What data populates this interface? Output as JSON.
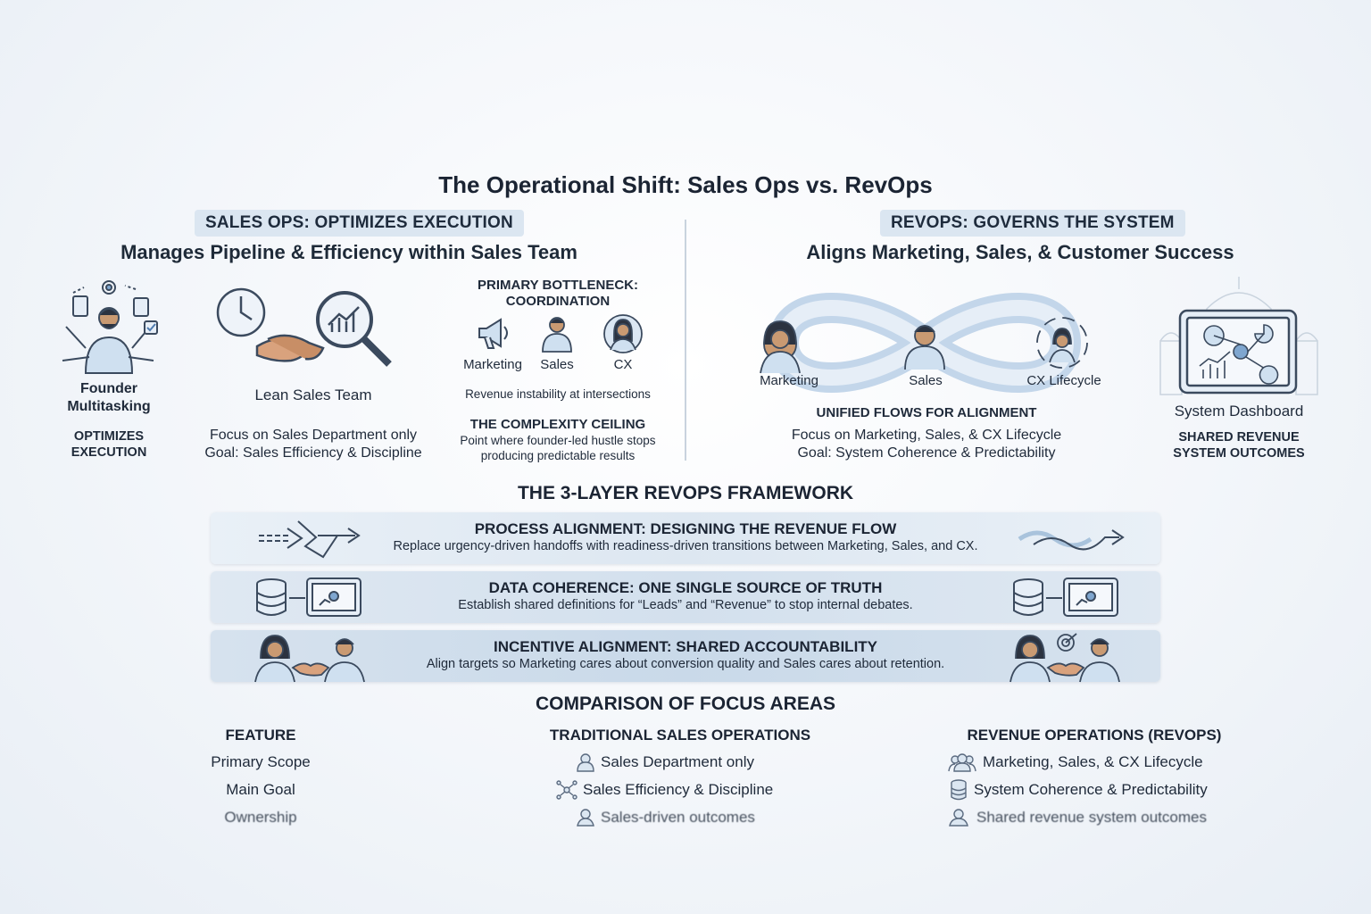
{
  "title": "The Operational Shift: Sales Ops vs. RevOps",
  "left": {
    "pill": "SALES OPS: OPTIMIZES EXECUTION",
    "subtitle": "Manages Pipeline & Efficiency within Sales Team",
    "founder": {
      "label_line1": "Founder",
      "label_line2": "Multitasking",
      "caption_line1": "OPTIMIZES",
      "caption_line2": "EXECUTION"
    },
    "lean": {
      "label": "Lean Sales Team",
      "desc_line1": "Focus on Sales Department only",
      "desc_line2": "Goal: Sales Efficiency & Discipline"
    },
    "bottleneck": {
      "title_line1": "PRIMARY BOTTLENECK:",
      "title_line2": "COORDINATION",
      "items": [
        "Marketing",
        "Sales",
        "CX"
      ],
      "note": "Revenue instability at intersections",
      "ceiling_title": "THE COMPLEXITY CEILING",
      "ceiling_line1": "Point where founder-led hustle stops",
      "ceiling_line2": "producing predictable results"
    }
  },
  "right": {
    "pill": "REVOPS: GOVERNS THE SYSTEM",
    "subtitle": "Aligns Marketing, Sales, & Customer Success",
    "flow": {
      "items": [
        "Marketing",
        "Sales",
        "CX Lifecycle"
      ],
      "caption": "UNIFIED FLOWS FOR ALIGNMENT",
      "desc_line1": "Focus on Marketing, Sales, & CX Lifecycle",
      "desc_line2": "Goal: System Coherence & Predictability"
    },
    "dashboard": {
      "label": "System Dashboard",
      "caption_line1": "SHARED REVENUE",
      "caption_line2": "SYSTEM OUTCOMES"
    }
  },
  "framework": {
    "title": "THE 3-LAYER REVOPS FRAMEWORK",
    "layers": [
      {
        "title": "PROCESS ALIGNMENT: DESIGNING THE REVENUE FLOW",
        "desc": "Replace urgency-driven handoffs with readiness-driven transitions between Marketing, Sales, and CX."
      },
      {
        "title": "DATA COHERENCE: ONE SINGLE SOURCE OF TRUTH",
        "desc": "Establish shared definitions for “Leads” and “Revenue” to stop internal debates."
      },
      {
        "title": "INCENTIVE ALIGNMENT: SHARED ACCOUNTABILITY",
        "desc": "Align targets so Marketing cares about conversion quality and Sales cares about retention."
      }
    ]
  },
  "comparison": {
    "title": "COMPARISON OF FOCUS AREAS",
    "headers": [
      "FEATURE",
      "TRADITIONAL SALES OPERATIONS",
      "REVENUE OPERATIONS (REVOPS)"
    ],
    "rows": [
      [
        "Primary Scope",
        "Sales Department only",
        "Marketing, Sales, & CX Lifecycle"
      ],
      [
        "Main Goal",
        "Sales Efficiency & Discipline",
        "System Coherence & Predictability"
      ],
      [
        "Ownership",
        "Sales-driven outcomes",
        "Shared revenue system outcomes"
      ]
    ]
  },
  "colors": {
    "accent": "#a9c3dc",
    "pill": "#dbe6f1",
    "ink": "#1b2433",
    "icon": "#3b4a5e"
  }
}
